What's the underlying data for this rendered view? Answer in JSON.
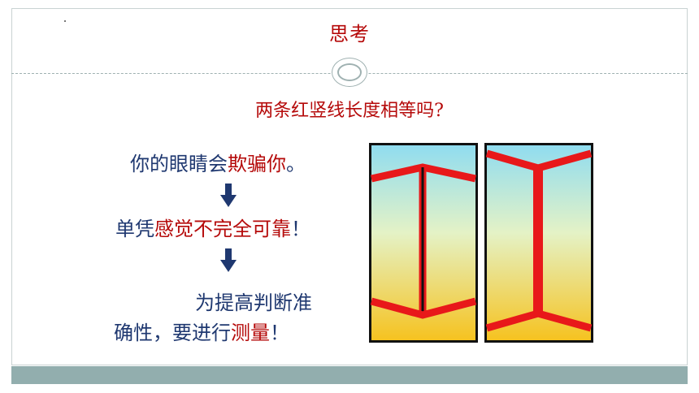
{
  "slide": {
    "title": "思考",
    "question": "两条红竖线长度相等吗",
    "question_mark": "?",
    "line1": {
      "navy": "你的眼睛会",
      "red": "欺骗你",
      "end": "。"
    },
    "line2": {
      "navy": "单凭",
      "red": "感觉不完全可靠",
      "end": "！"
    },
    "line3": "为提高判断准",
    "line4": {
      "navy": "确性，要进行",
      "red": "测量",
      "end": "！"
    }
  },
  "colors": {
    "title_red": "#b50a0a",
    "text_navy": "#1f3870",
    "bottom_bar": "#92aeae",
    "illusion_red": "#e8181a"
  },
  "icons": [
    "down-arrow-icon",
    "down-arrow-icon"
  ]
}
